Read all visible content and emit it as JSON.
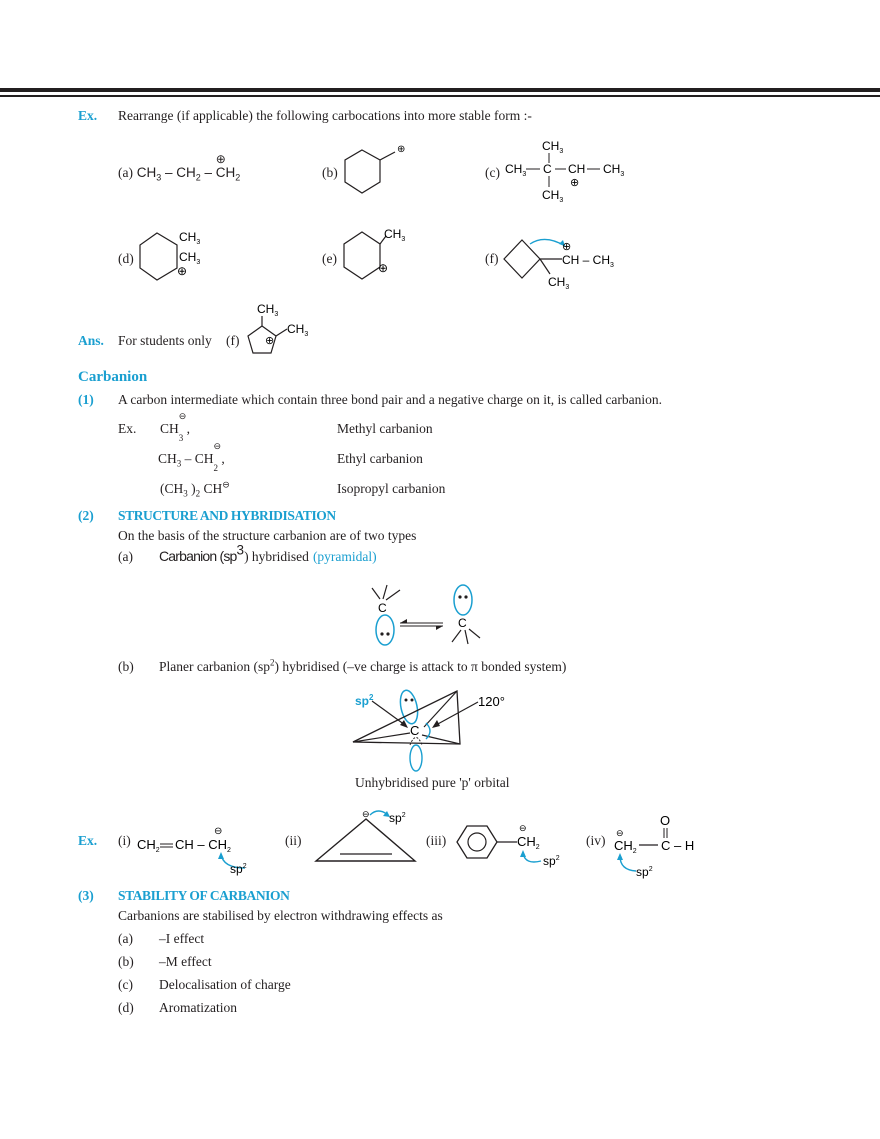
{
  "header": {
    "rule": "double-line"
  },
  "exercise1": {
    "label": "Ex.",
    "prompt": "Rearrange (if applicable) the following carbocations into more stable form :-",
    "items": [
      {
        "label": "(a)",
        "formula": "CH3 – CH2 – CH2 (+ on terminal C)"
      },
      {
        "label": "(b)",
        "formula": "cyclohexyl carbocation"
      },
      {
        "label": "(c)",
        "formula": "CH3–C(CH3)2–CH(+)–CH3"
      },
      {
        "label": "(d)",
        "formula": "1,1-dimethylcyclohexyl-2-carbocation"
      },
      {
        "label": "(e)",
        "formula": "2-methylcyclohexyl carbocation"
      },
      {
        "label": "(f)",
        "formula": "1-methylcyclobutyl–CH(+)–CH3"
      }
    ],
    "answer_label": "Ans.",
    "answer_text": "For students only",
    "answer_item": "(f)"
  },
  "carbanion": {
    "title": "Carbanion",
    "point1": {
      "num": "(1)",
      "text": "A carbon intermediate which contain three bond pair and a negative charge on it, is called carbanion.",
      "ex_label": "Ex.",
      "examples": [
        {
          "formula": "CH3⊖ ,",
          "name": "Methyl carbanion"
        },
        {
          "formula": "CH3 – CH2⊖ ,",
          "name": "Ethyl carbanion"
        },
        {
          "formula": "(CH3)2 CH⊖",
          "name": "Isopropyl carbanion"
        }
      ]
    },
    "point2": {
      "num": "(2)",
      "heading": "STRUCTURE AND HYBRIDISATION",
      "intro": "On the basis of the structure carbanion are of two types",
      "a_label": "(a)",
      "a_text_sans": "Carbanion (sp",
      "a_sup": "3",
      "a_text_rest": ") hybridised",
      "a_blue": "(pyramidal)",
      "b_label": "(b)",
      "b_text_pre": "Planer carbanion (sp",
      "b_sup": "2",
      "b_text_post": ") hybridised (–ve charge is attack to π bonded system)",
      "diagram": {
        "sp2_label": "sp2",
        "angle_label": "120°",
        "carbon": "C",
        "caption": "Unhybridised pure 'p' orbital"
      }
    },
    "examples2": {
      "label": "Ex.",
      "items": [
        {
          "label": "(i)",
          "formula": "CH2= CH – CH2⊖",
          "note": "sp2"
        },
        {
          "label": "(ii)",
          "formula": "cyclopropenyl anion",
          "note": "sp2"
        },
        {
          "label": "(iii)",
          "formula": "benzyl anion C6H5–CH2⊖",
          "note": "sp2"
        },
        {
          "label": "(iv)",
          "formula": "⊖CH2 — C(=O) – H",
          "note": "sp2"
        }
      ]
    },
    "point3": {
      "num": "(3)",
      "heading": "STABILITY OF CARBANION",
      "intro": "Carbanions are stabilised by electron withdrawing effects as",
      "items": [
        {
          "label": "(a)",
          "text": "–I effect"
        },
        {
          "label": "(b)",
          "text": "–M effect"
        },
        {
          "label": "(c)",
          "text": "Delocalisation of charge"
        },
        {
          "label": "(d)",
          "text": "Aromatization"
        }
      ]
    }
  },
  "colors": {
    "accent": "#1a9fd0",
    "text": "#231f20"
  }
}
